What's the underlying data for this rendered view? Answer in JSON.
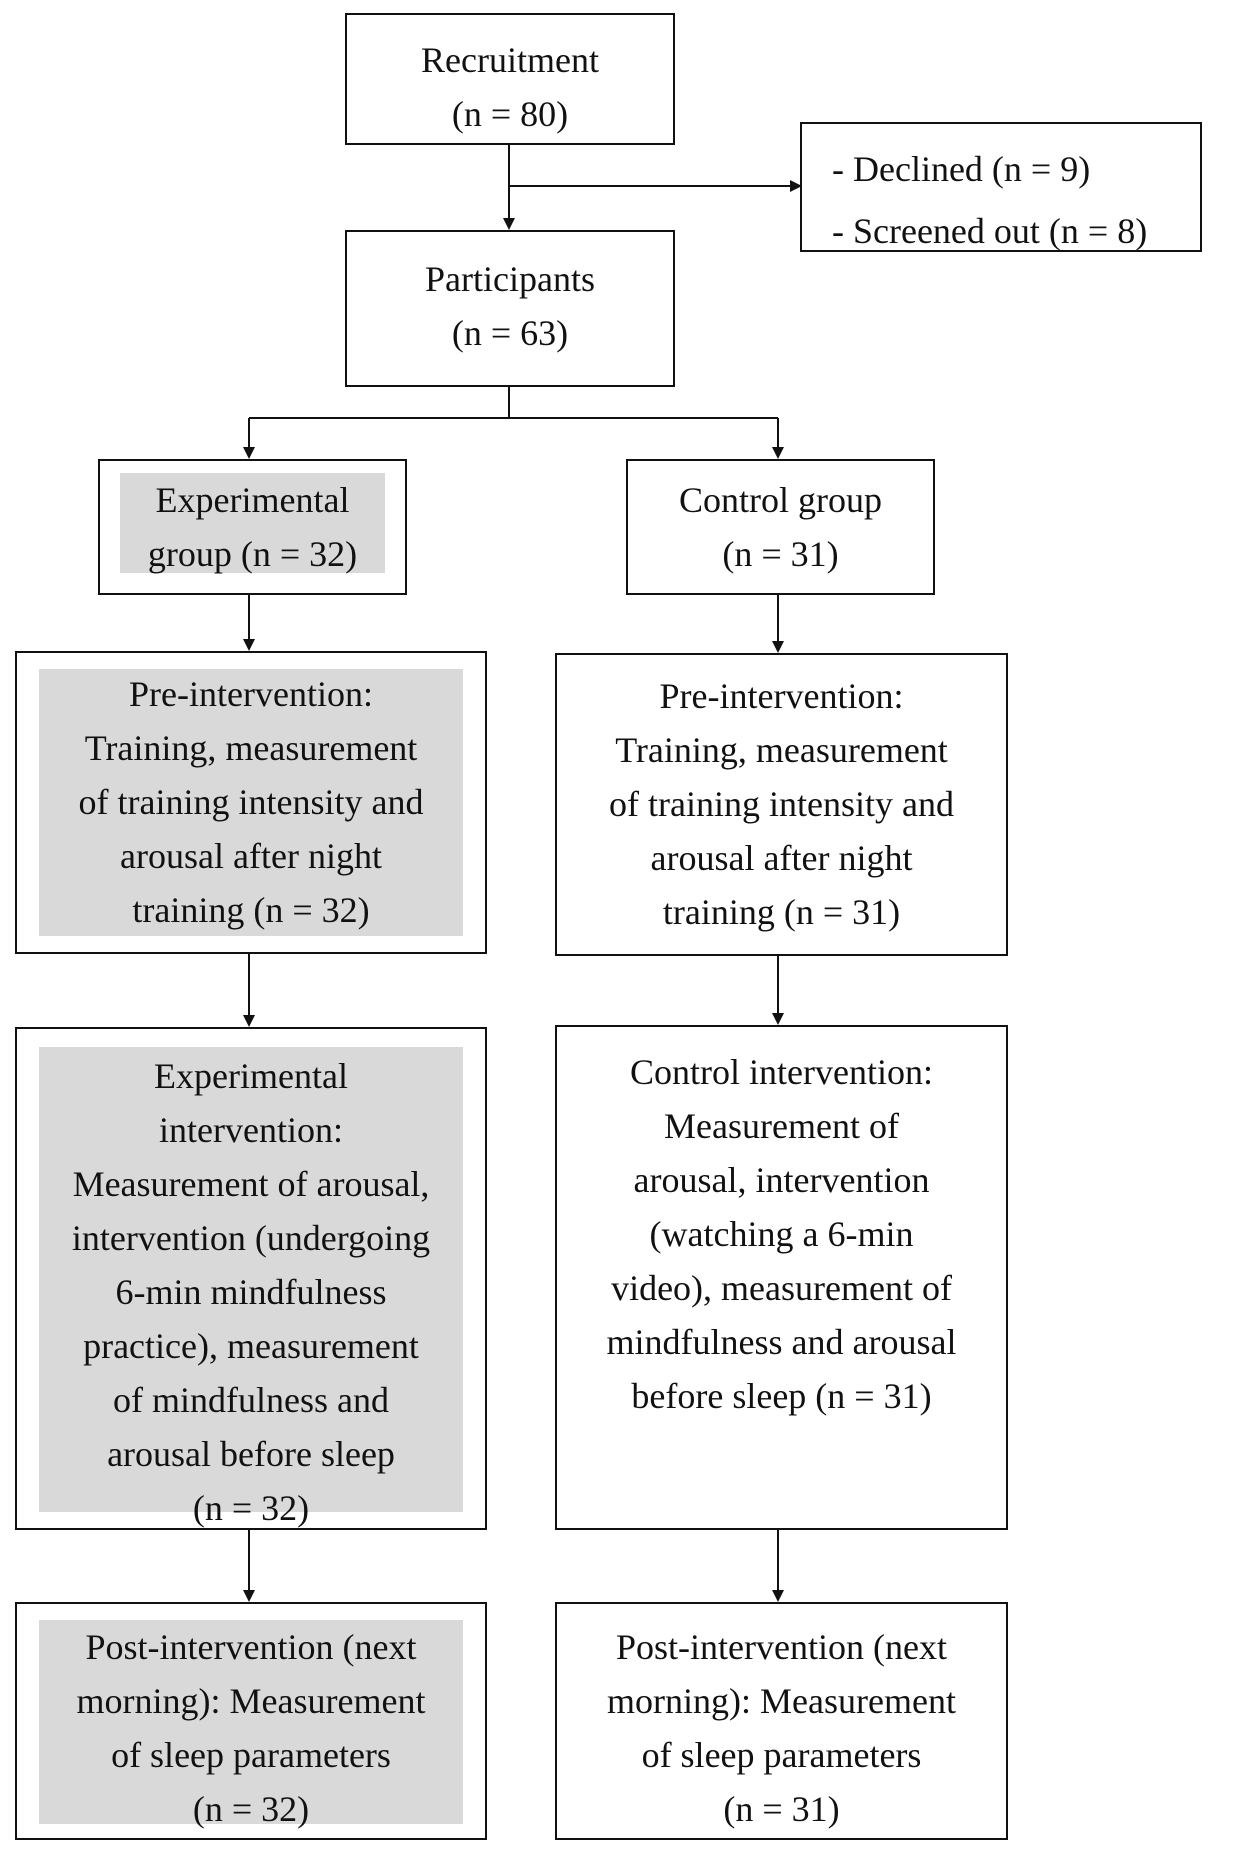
{
  "nodes": {
    "recruitment": {
      "lines": [
        "Recruitment",
        "(n = 80)"
      ]
    },
    "excluded": {
      "lines": [
        "- Declined (n = 9)",
        "- Screened out (n = 8)"
      ]
    },
    "participants": {
      "lines": [
        "Participants",
        "(n = 63)"
      ]
    },
    "exp_group": {
      "lines": [
        "Experimental",
        "group (n = 32)"
      ]
    },
    "ctrl_group": {
      "lines": [
        "Control group",
        "(n = 31)"
      ]
    },
    "exp_pre": {
      "lines": [
        "Pre-intervention:",
        "Training, measurement",
        "of training intensity and",
        "arousal after night",
        "training (n = 32)"
      ]
    },
    "ctrl_pre": {
      "lines": [
        "Pre-intervention:",
        "Training, measurement",
        "of training intensity and",
        "arousal after night",
        "training (n = 31)"
      ]
    },
    "exp_int": {
      "lines": [
        "Experimental",
        "intervention:",
        "Measurement of arousal,",
        "intervention (undergoing",
        "6-min mindfulness",
        "practice), measurement",
        "of mindfulness and",
        "arousal before sleep",
        "(n = 32)"
      ]
    },
    "ctrl_int": {
      "lines": [
        "Control intervention:",
        "Measurement of",
        "arousal, intervention",
        "(watching a 6-min",
        "video), measurement of",
        "mindfulness and arousal",
        "before sleep (n = 31)"
      ]
    },
    "exp_post": {
      "lines": [
        "Post-intervention (next",
        "morning): Measurement",
        "of sleep parameters",
        "(n = 32)"
      ]
    },
    "ctrl_post": {
      "lines": [
        "Post-intervention (next",
        "morning): Measurement",
        "of sleep parameters",
        "(n = 31)"
      ]
    }
  },
  "colors": {
    "line": "#111111",
    "shade": "#d9d9d9"
  }
}
